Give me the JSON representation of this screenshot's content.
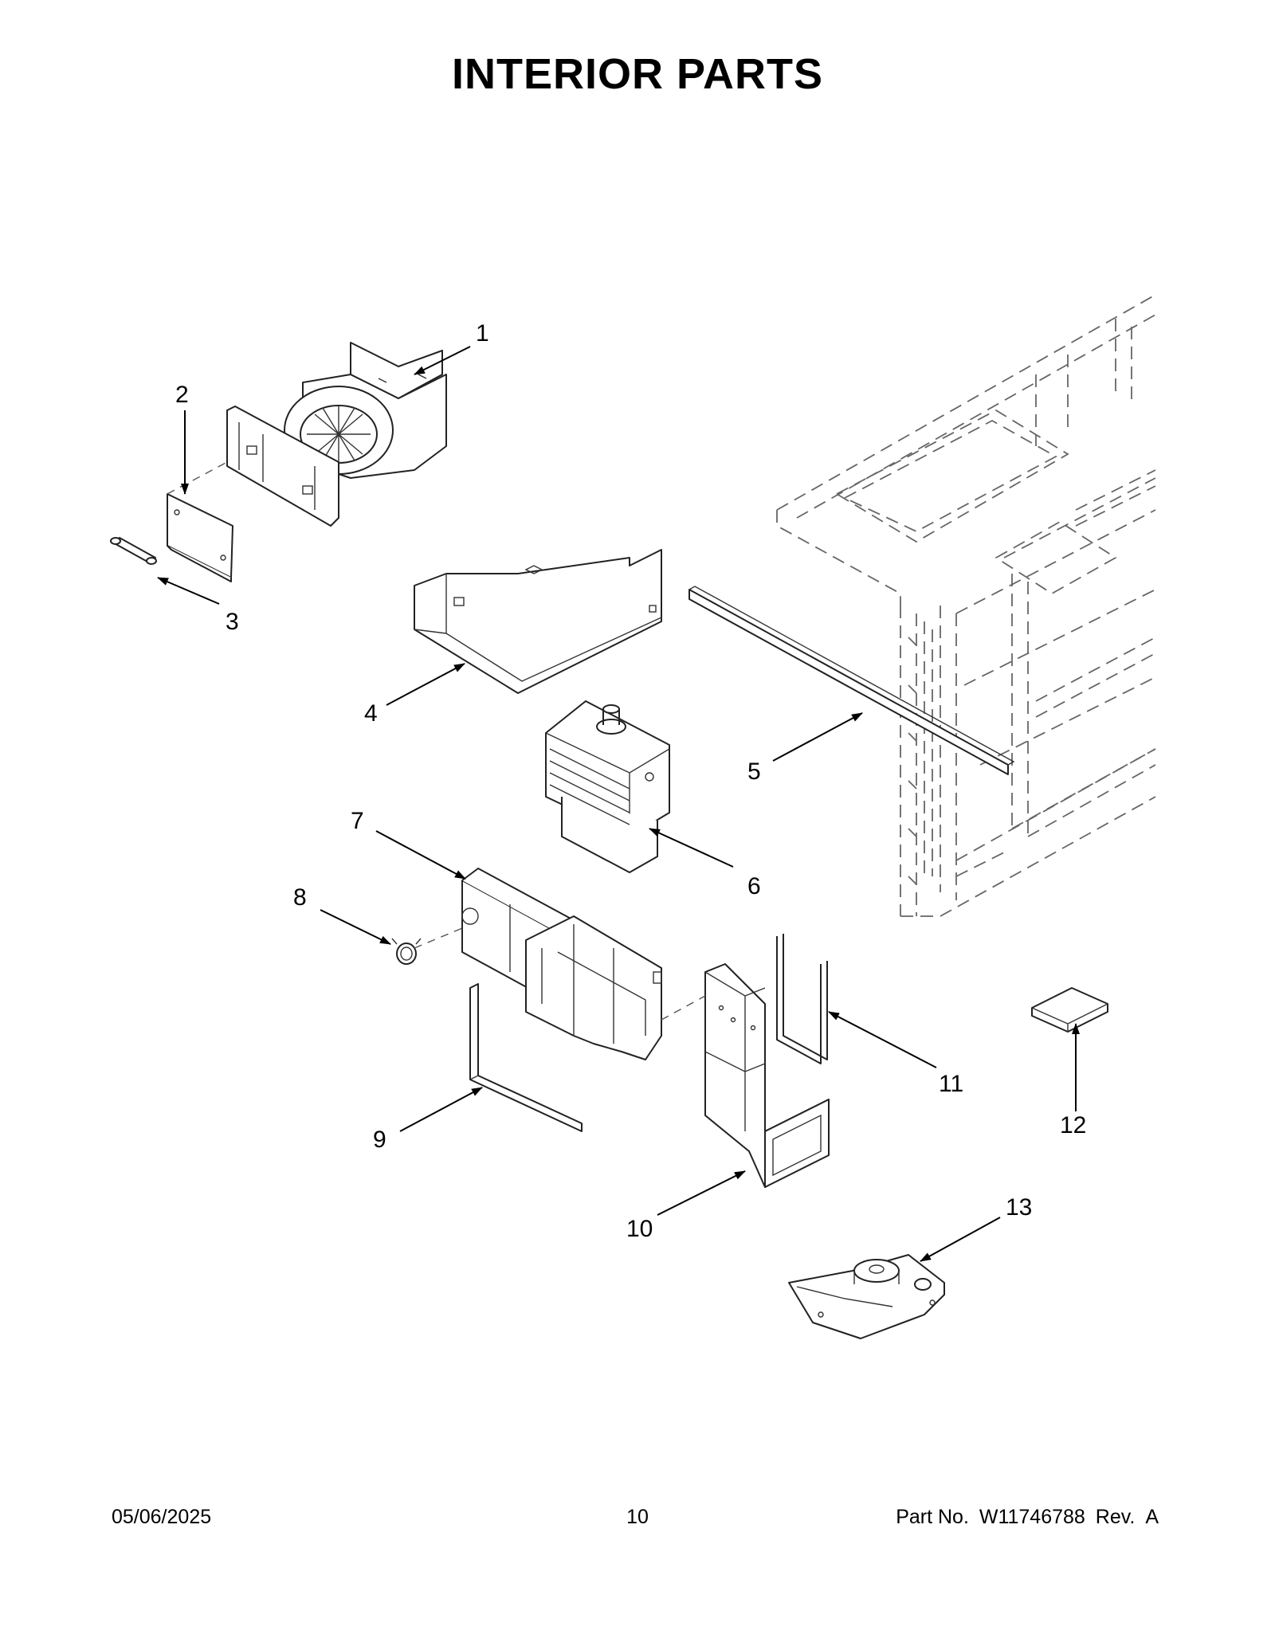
{
  "title": "INTERIOR PARTS",
  "callouts": [
    "1",
    "2",
    "3",
    "4",
    "5",
    "6",
    "7",
    "8",
    "9",
    "10",
    "11",
    "12",
    "13"
  ],
  "footer": {
    "date": "05/06/2025",
    "page": "10",
    "part_label": "Part No.",
    "part_number": "W11746788",
    "rev_label": "Rev.",
    "rev": "A"
  }
}
